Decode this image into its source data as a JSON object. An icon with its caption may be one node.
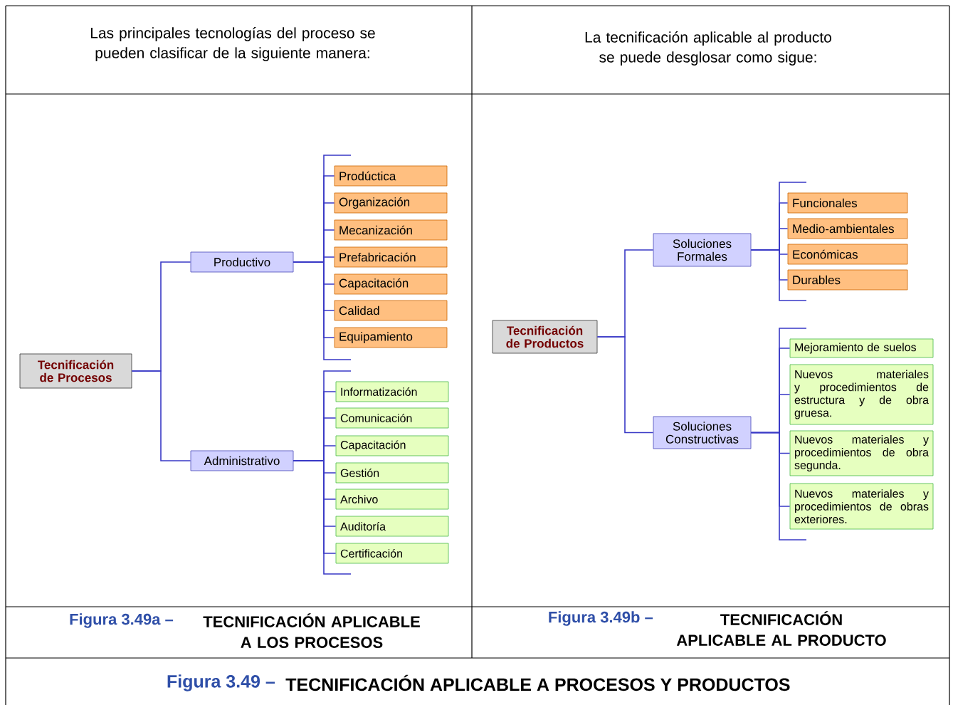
{
  "diagram": {
    "caption": "TECNIFICACIÓN APLICABLE A PROCESOS Y PRODUCTOS",
    "nodes": [
      {
        "text": [
          "Tecnificación de Procesos"
        ]
      },
      {
        "text": [
          "Productivo"
        ]
      },
      {
        "text": [
          "Prodúctica"
        ]
      },
      {
        "text": [
          "Organización"
        ]
      },
      {
        "text": [
          "Mecanización"
        ]
      },
      {
        "text": [
          "Prefabricación"
        ]
      },
      {
        "text": [
          "Capacitación"
        ]
      },
      {
        "text": [
          "Calidad"
        ]
      },
      {
        "text": [
          "Equipamiento"
        ]
      },
      {
        "text": [
          "Administrativo"
        ]
      },
      {
        "text": [
          "Informatización"
        ]
      },
      {
        "text": [
          "Comunicación"
        ]
      },
      {
        "text": [
          "Capacitación"
        ]
      },
      {
        "text": [
          "Gestión"
        ]
      },
      {
        "text": [
          "Archivo"
        ]
      },
      {
        "text": [
          "Auditoría"
        ]
      },
      {
        "text": [
          "Certificación"
        ]
      },
      {
        "text": [
          "Tecnificación de Productos"
        ]
      },
      {
        "text": [
          "Soluciones Formales"
        ]
      },
      {
        "text": [
          "Funcionales"
        ]
      },
      {
        "text": [
          "Medio-ambientales"
        ]
      },
      {
        "text": [
          "Económicas"
        ]
      },
      {
        "text": [
          "Durables"
        ]
      },
      {
        "text": [
          "Soluciones Constructivas"
        ]
      },
      {
        "text": [
          "Mejoramiento de suelos"
        ]
      },
      {
        "text": [
          "Nuevos materiales y procedimientos de estructura y de obra gruesa."
        ]
      },
      {
        "text": [
          "Nuevos materiales y procedimientos de obra segunda."
        ]
      },
      {
        "text": [
          "Nuevos materiales y procedimientos de obras exteriores."
        ]
      }
    ],
    "edges": [
      {
        "from": 0,
        "to": 1,
        "arrow": "none"
      },
      {
        "from": 0,
        "to": 9,
        "arrow": "none"
      },
      {
        "from": 1,
        "to": 2,
        "arrow": "none"
      },
      {
        "from": 1,
        "to": 3,
        "arrow": "none"
      },
      {
        "from": 1,
        "to": 4,
        "arrow": "none"
      },
      {
        "from": 1,
        "to": 5,
        "arrow": "none"
      },
      {
        "from": 1,
        "to": 6,
        "arrow": "none"
      },
      {
        "from": 1,
        "to": 7,
        "arrow": "none"
      },
      {
        "from": 1,
        "to": 8,
        "arrow": "none"
      },
      {
        "from": 9,
        "to": 10,
        "arrow": "none"
      },
      {
        "from": 9,
        "to": 11,
        "arrow": "none"
      },
      {
        "from": 9,
        "to": 12,
        "arrow": "none"
      },
      {
        "from": 9,
        "to": 13,
        "arrow": "none"
      },
      {
        "from": 9,
        "to": 14,
        "arrow": "none"
      },
      {
        "from": 9,
        "to": 15,
        "arrow": "none"
      },
      {
        "from": 9,
        "to": 16,
        "arrow": "none"
      },
      {
        "from": 17,
        "to": 18,
        "arrow": "none"
      },
      {
        "from": 17,
        "to": 23,
        "arrow": "none"
      },
      {
        "from": 18,
        "to": 19,
        "arrow": "none"
      },
      {
        "from": 18,
        "to": 20,
        "arrow": "none"
      },
      {
        "from": 18,
        "to": 21,
        "arrow": "none"
      },
      {
        "from": 18,
        "to": 22,
        "arrow": "none"
      },
      {
        "from": 23,
        "to": 24,
        "arrow": "none"
      },
      {
        "from": 23,
        "to": 25,
        "arrow": "none"
      },
      {
        "from": 23,
        "to": 26,
        "arrow": "none"
      },
      {
        "from": 23,
        "to": 27,
        "arrow": "none"
      }
    ],
    "labels": [
      "Las principales tecnologías del proceso se pueden clasificar de la siguiente manera:",
      "La tecnificación aplicable al producto se puede desglosar como sigue:",
      "Figura 3.49a –",
      "TECNIFICACIÓN APLICABLE A LOS PROCESOS",
      "Figura 3.49b –",
      "TECNIFICACIÓN APLICABLE AL PRODUCTO",
      "Figura 3.49 –"
    ]
  }
}
